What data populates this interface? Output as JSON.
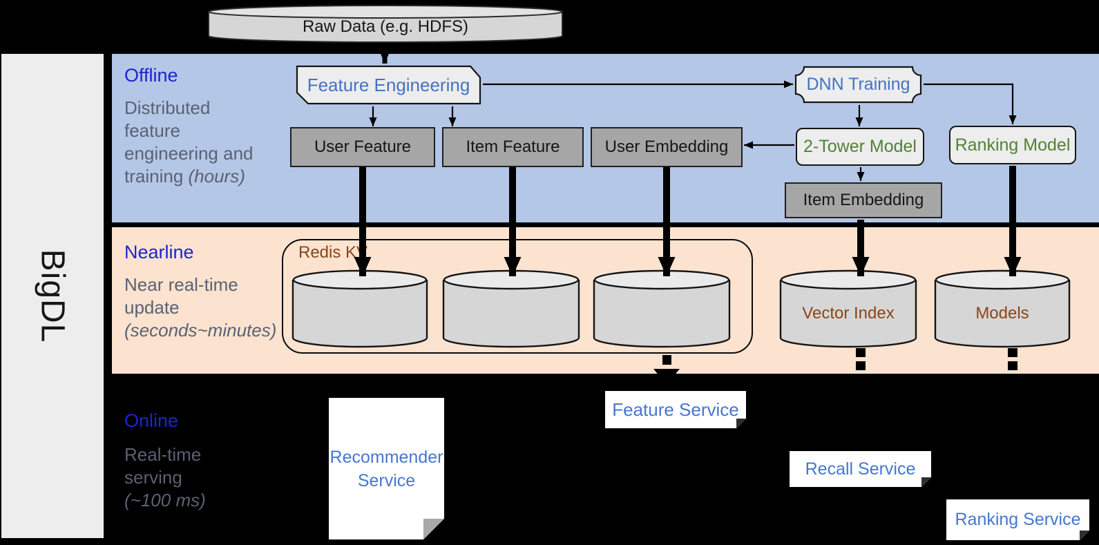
{
  "brand": "BigDL",
  "raw_data_label": "Raw Data (e.g. HDFS)",
  "sections": {
    "offline": {
      "title": "Offline",
      "desc": "Distributed\nfeature\nengineering and\ntraining ",
      "note": "(hours)"
    },
    "nearline": {
      "title": "Nearline",
      "desc": "Near real-time\nupdate\n",
      "note": "(seconds~minutes)"
    },
    "online": {
      "title": "Online",
      "desc": "Real-time\nserving\n",
      "note": "(~100 ms)"
    }
  },
  "nodes": {
    "feature_engineering": "Feature Engineering",
    "dnn_training": "DNN Training",
    "user_feature": "User Feature",
    "item_feature": "Item Feature",
    "user_embedding": "User Embedding",
    "two_tower_model": "2-Tower Model",
    "ranking_model": "Ranking Model",
    "item_embedding": "Item Embedding",
    "redis_kv": "Redis KV",
    "vector_index": "Vector Index",
    "models": "Models",
    "recommender_service": "Recommender Service",
    "feature_service": "Feature Service",
    "recall_service": "Recall Service",
    "ranking_service": "Ranking Service"
  },
  "colors": {
    "canvas-black": "#000000",
    "band-blue": "#b4c7e7",
    "band-peach": "#fbe3d0",
    "sidebar-gray": "#ededed",
    "heading-blue": "#1b25cf",
    "desc-gray": "#5a6172",
    "node-blue": "#4472c4",
    "node-green": "#538135",
    "node-brown": "#8a4516",
    "service-blue": "#4577d0",
    "box-gray": "#a6a6a6",
    "node-light": "#ededed",
    "cyl-body": "#d6d6d6",
    "cyl-top": "#eaeaea",
    "ink": "#141414"
  }
}
